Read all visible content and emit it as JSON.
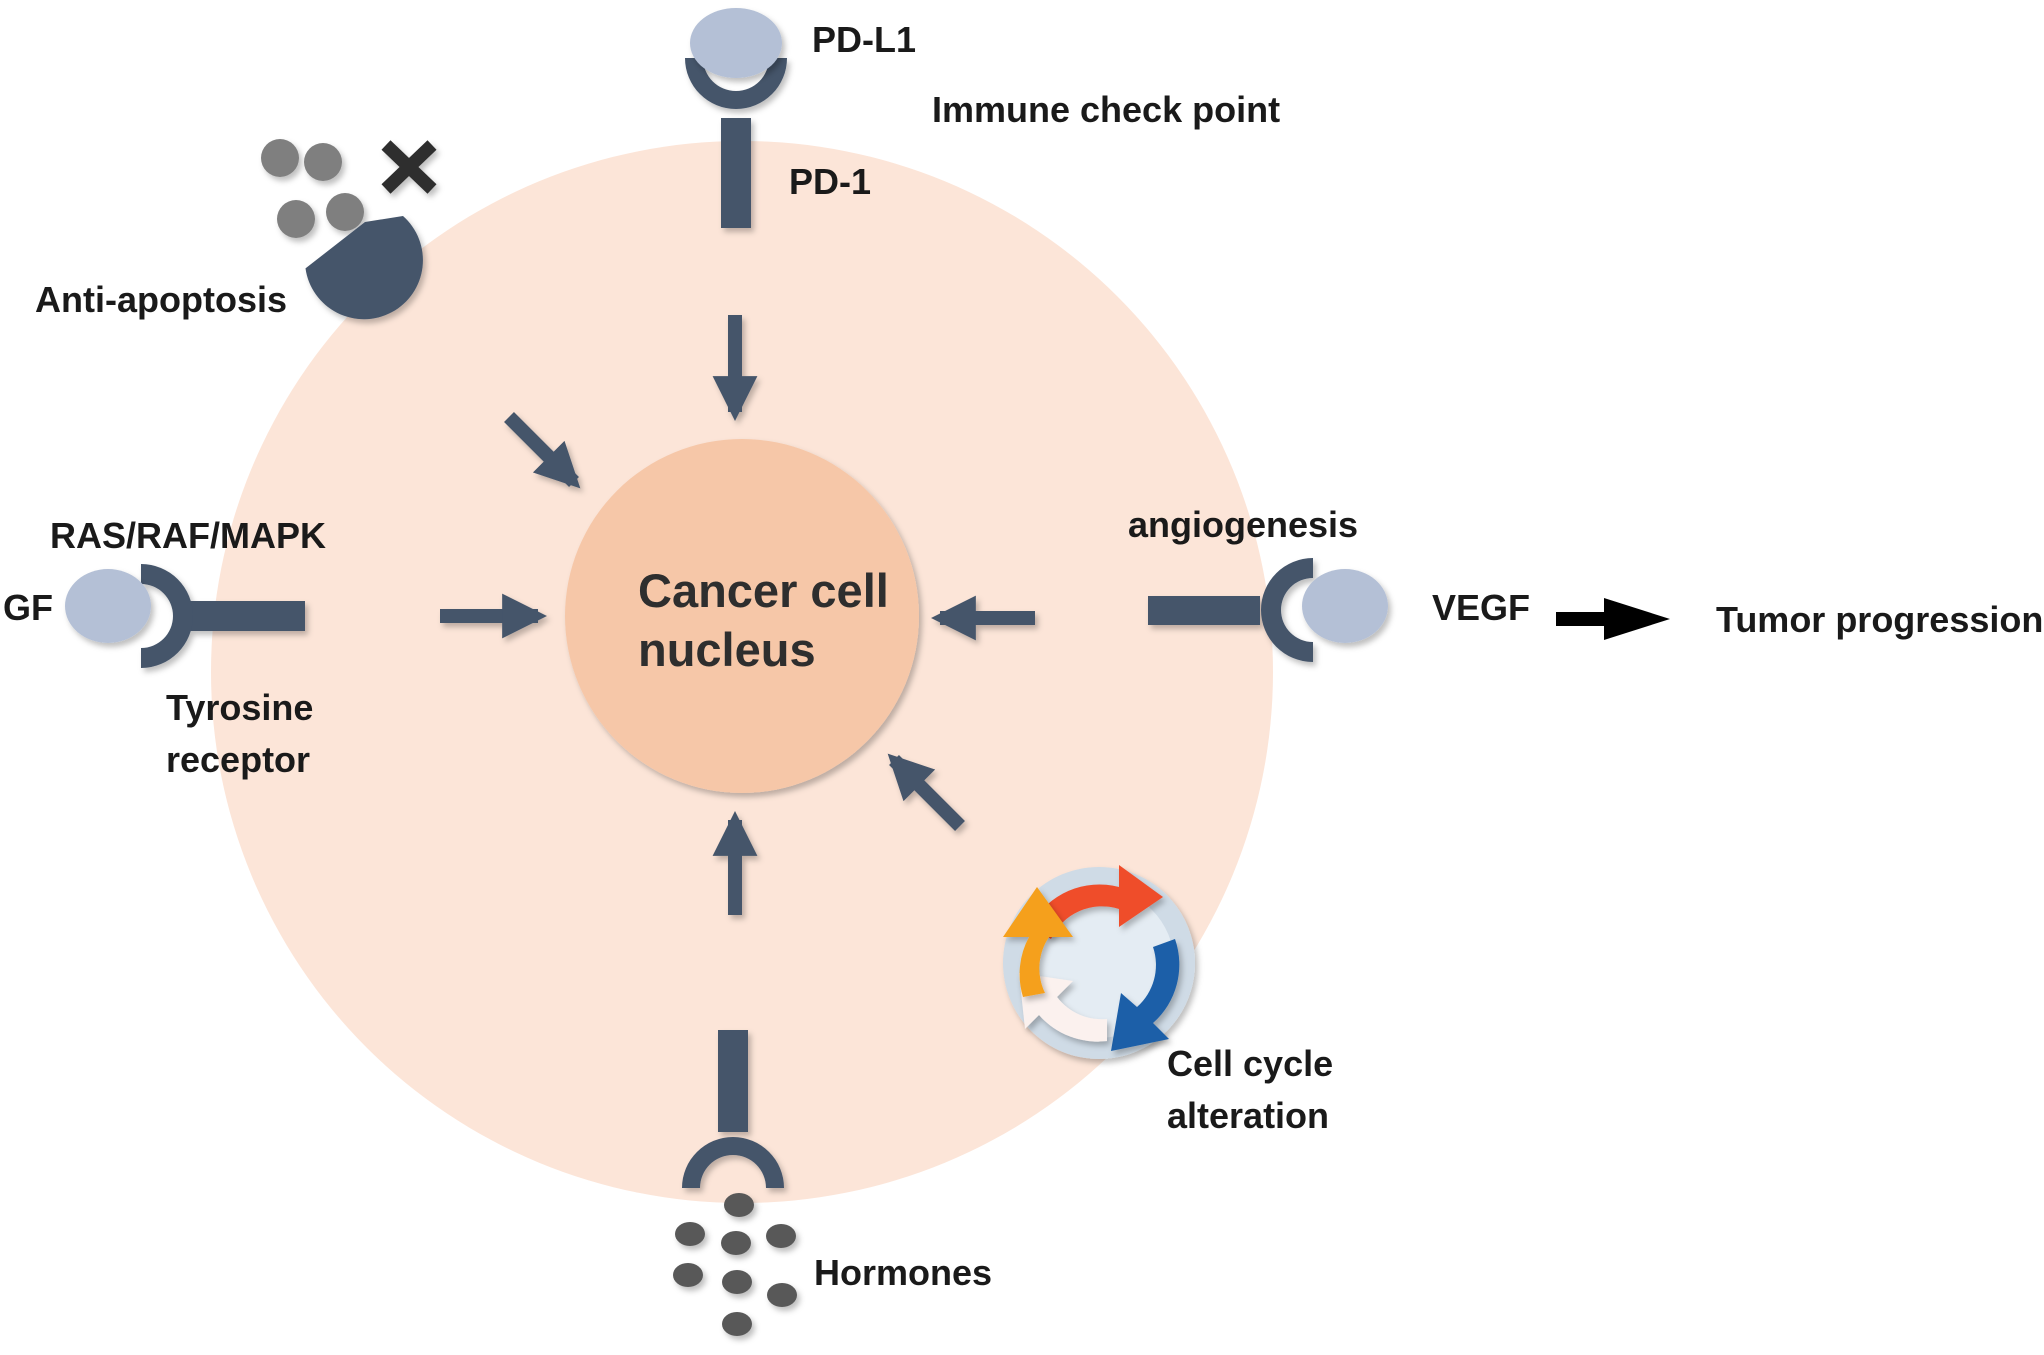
{
  "diagram": {
    "nucleus_lines": [
      "Cancer cell",
      "nucleus"
    ],
    "labels": {
      "pd_l1": "PD-L1",
      "immune_checkpoint": "Immune check point",
      "pd_1": "PD-1",
      "anti_apoptosis": "Anti-apoptosis",
      "ras_raf_mapk": "RAS/RAF/MAPK",
      "gf": "GF",
      "tyrosine_receptor_lines": [
        "Tyrosine",
        "receptor"
      ],
      "angiogenesis": "angiogenesis",
      "vegf": "VEGF",
      "tumor_progression": "Tumor progression",
      "cell_cycle_lines": [
        "Cell cycle",
        "alteration"
      ],
      "hormones": "Hormones"
    },
    "colors": {
      "cell_fill": "#fce5d8",
      "nucleus_fill": "#f6c7a8",
      "receptor": "#44546a",
      "ligand": "#b4c0d6",
      "ball": "#7f7f7f",
      "hormone_ball": "#595959",
      "cycle_red": "#ef4d2b",
      "cycle_blue": "#1a5fa8",
      "cycle_yellow": "#f5a01c",
      "cycle_white": "#fbf1ee",
      "cycle_ring": "#cfdbe6",
      "output_arrow": "#000000"
    }
  }
}
